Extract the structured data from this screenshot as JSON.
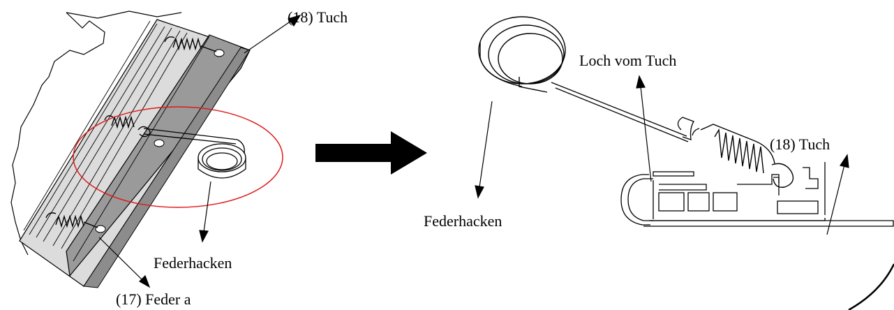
{
  "labels": {
    "left_cloth": "(18) Tuch",
    "left_spring_hook": "Federhacken",
    "left_spring": "(17) Feder a",
    "cloth_hole": "Loch vom Tuch",
    "right_spring_hook": "Federhacken",
    "right_cloth": "(18) Tuch"
  },
  "colors": {
    "highlight": "#e01a1a",
    "bar_face": "#9a9a9a",
    "bar_top": "#d9d9d9",
    "line": "#000000"
  }
}
